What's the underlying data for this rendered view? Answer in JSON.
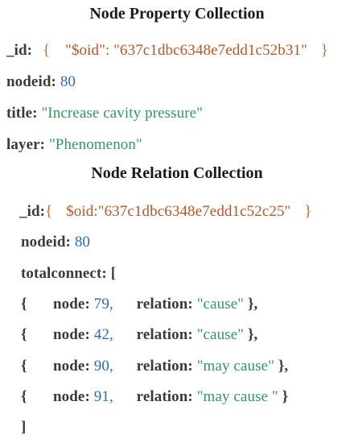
{
  "property_collection": {
    "heading": "Node Property Collection",
    "id_key": "_id:",
    "brace_open": "{",
    "oid_text": "\"$oid\": \"637c1dbc6348e7edd1c52b31\"",
    "brace_close": "}",
    "nodeid_key": "nodeid:",
    "nodeid_value": "80",
    "title_key": "title:",
    "title_value": "\"Increase cavity pressure\"",
    "layer_key": "layer:",
    "layer_value": "\"Phenomenon\""
  },
  "relation_collection": {
    "heading": "Node Relation Collection",
    "id_key": "_id:",
    "brace_open": "{",
    "oid_text": "$oid:\"637c1dbc6348e7edd1c52c25\"",
    "brace_close": "}",
    "nodeid_key": "nodeid:",
    "nodeid_value": "80",
    "totalconnect_key": "totalconnect:",
    "array_open": "[",
    "array_close": "]",
    "connections": [
      {
        "open": "{",
        "node_key": "node:",
        "node_value": "79,",
        "relation_key": "relation:",
        "relation_value": "\"cause\"",
        "close": "},"
      },
      {
        "open": "{",
        "node_key": "node:",
        "node_value": "42,",
        "relation_key": "relation:",
        "relation_value": "\"cause\"",
        "close": "},"
      },
      {
        "open": "{",
        "node_key": "node:",
        "node_value": "90,",
        "relation_key": "relation:",
        "relation_value": "\"may cause\"",
        "close": "},"
      },
      {
        "open": "{",
        "node_key": "node:",
        "node_value": "91,",
        "relation_key": "relation:",
        "relation_value": "\"may cause \"",
        "close": "}"
      }
    ]
  }
}
